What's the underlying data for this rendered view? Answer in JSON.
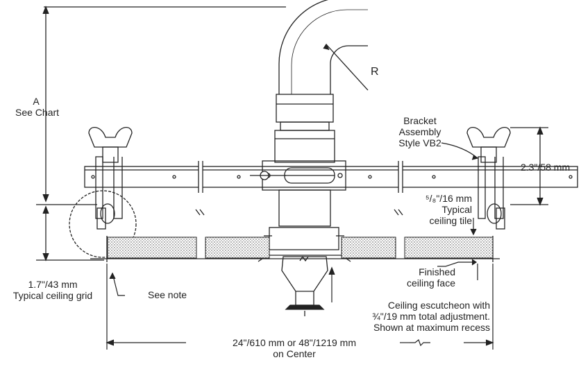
{
  "labels": {
    "dim_a": [
      "A",
      "See Chart"
    ],
    "radius": "R",
    "bracket": [
      "Bracket",
      "Assembly",
      "Style VB2"
    ],
    "bracket_height": "2.3\"/58 mm",
    "tile_thickness": [
      "⁵/₈\"/16 mm",
      "Typical",
      "ceiling tile"
    ],
    "finished_face": [
      "Finished",
      "ceiling face"
    ],
    "grid": [
      "1.7\"/43 mm",
      "Typical ceiling grid"
    ],
    "see_note": "See note",
    "escutcheon": [
      "Ceiling escutcheon with",
      "¾\"/19 mm total adjustment.",
      "Shown at maximum recess"
    ],
    "spacing": [
      "24\"/610 mm or 48\"/1219 mm",
      "on Center"
    ]
  },
  "colors": {
    "line": "#222222",
    "tile_hatch": "#555555",
    "background": "#ffffff"
  }
}
